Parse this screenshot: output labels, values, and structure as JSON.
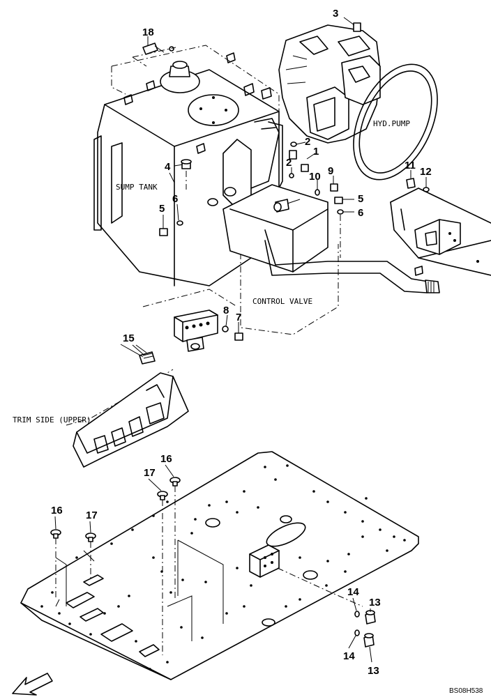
{
  "labels": {
    "sump_tank": "SUMP TANK",
    "hyd_pump": "HYD.PUMP",
    "control_valve": "CONTROL VALVE",
    "trim_side": "TRIM SIDE (UPPER)"
  },
  "callouts": {
    "c1": "1",
    "c2a": "2",
    "c2b": "2",
    "c3": "3",
    "c4": "4",
    "c5a": "5",
    "c5b": "5",
    "c6a": "6",
    "c6b": "6",
    "c7": "7",
    "c8": "8",
    "c9": "9",
    "c10": "10",
    "c11": "11",
    "c12": "12",
    "c13a": "13",
    "c13b": "13",
    "c14a": "14",
    "c14b": "14",
    "c15": "15",
    "c16a": "16",
    "c16b": "16",
    "c17a": "17",
    "c17b": "17",
    "c18": "18"
  },
  "drawing_code": "BS08H538"
}
